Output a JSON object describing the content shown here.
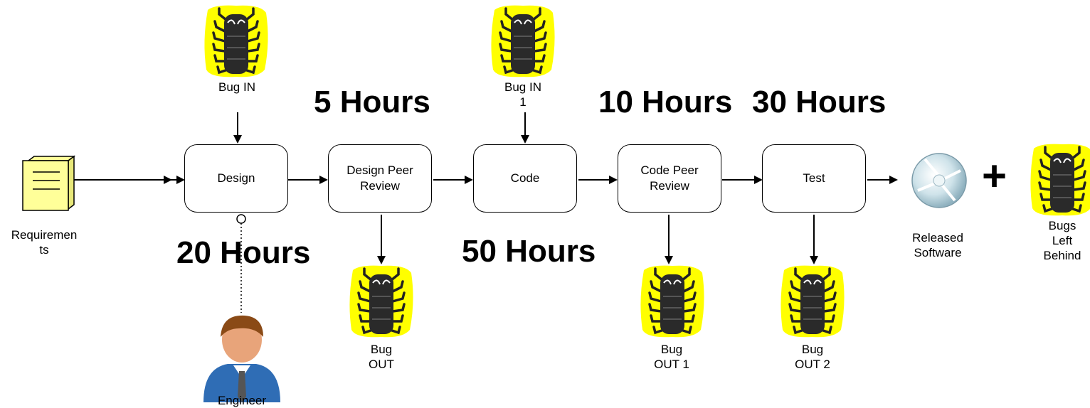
{
  "inputs": {
    "requirements": "Requiremen\nts",
    "engineer": "Engineer"
  },
  "process": [
    {
      "label": "Design"
    },
    {
      "label": "Design Peer\nReview"
    },
    {
      "label": "Code"
    },
    {
      "label": "Code Peer\nReview"
    },
    {
      "label": "Test"
    }
  ],
  "bugs": {
    "in_design": "Bug IN",
    "in_code": "Bug IN\n1",
    "out_design_review": "Bug\nOUT",
    "out_code_review": "Bug\nOUT 1",
    "out_test": "Bug\nOUT 2",
    "left_behind": "Bugs\nLeft\nBehind"
  },
  "output": {
    "released": "Released\nSoftware",
    "plus": "+"
  },
  "durations": {
    "design_review": "5 Hours",
    "code_review": "10 Hours",
    "test": "30 Hours",
    "design": "20 Hours",
    "code": "50 Hours"
  },
  "colors": {
    "bug_halo": "#ffff00",
    "bug_body": "#2a2a2a",
    "document": "#ffff99",
    "skin": "#e8a47a",
    "hair": "#8a4a16",
    "suit": "#2f6db5"
  }
}
